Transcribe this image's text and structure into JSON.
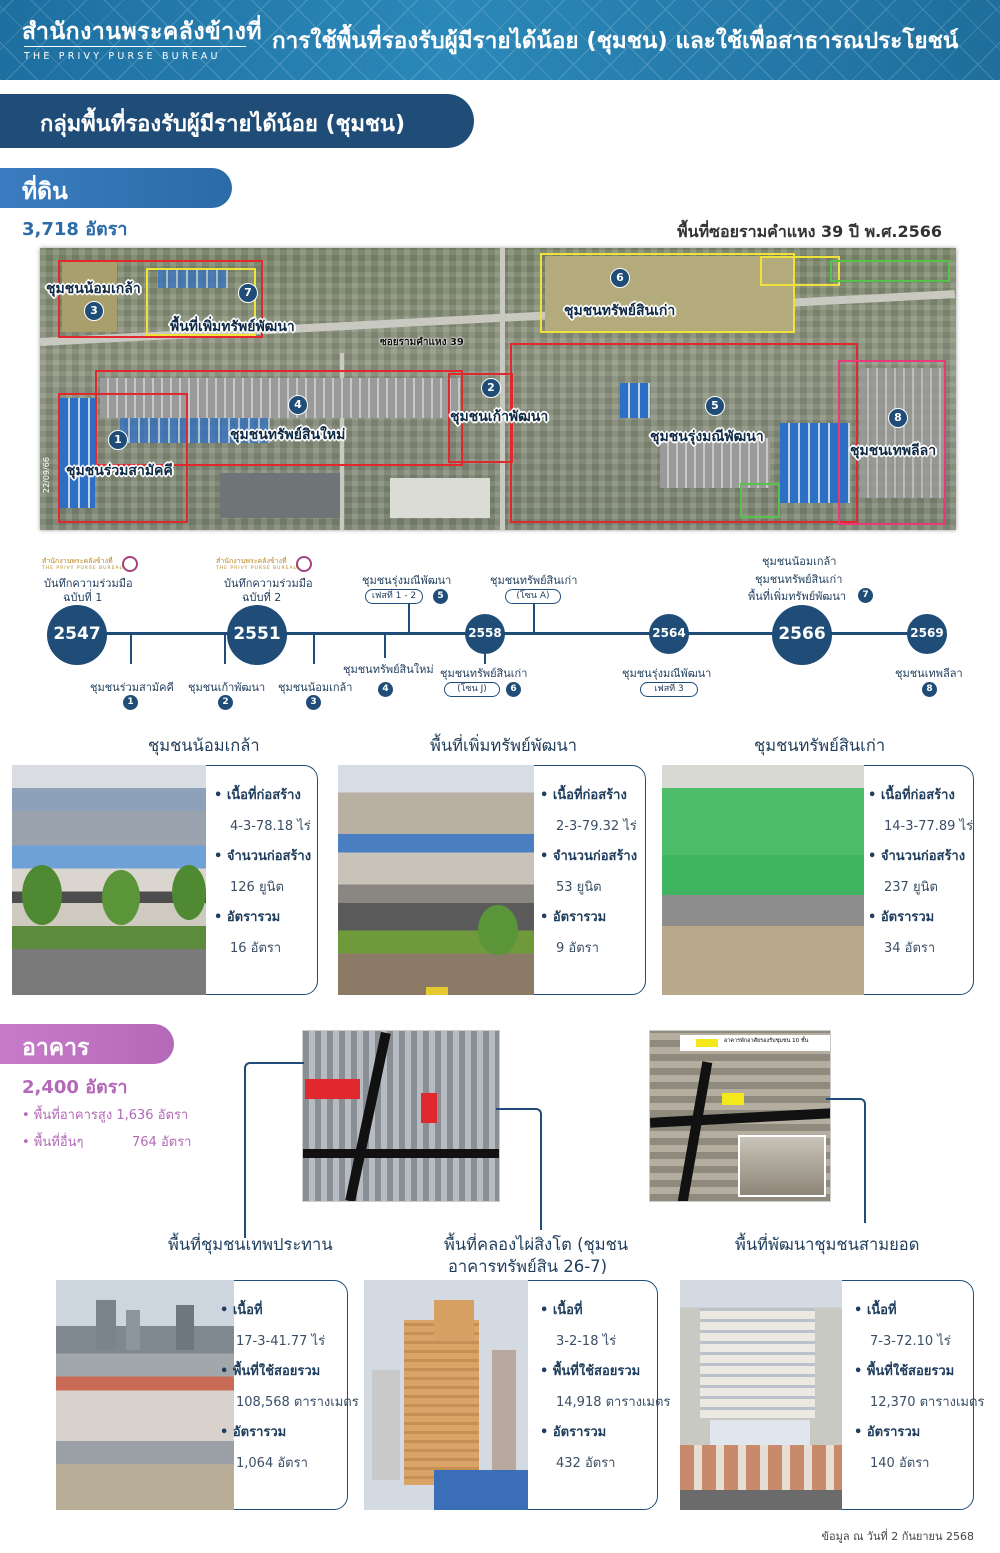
{
  "header": {
    "logo_th": "สำนักงานพระคลังข้างที่",
    "logo_en": "THE PRIVY PURSE BUREAU",
    "title": "การใช้พื้นที่รองรับผู้มีรายได้น้อย (ชุมชน) และใช้เพื่อสาธารณประโยชน์"
  },
  "banner": "กลุ่มพื้นที่รองรับผู้มีรายได้น้อย (ชุมชน)",
  "land": {
    "heading": "ที่ดิน",
    "count": "3,718 อัตรา",
    "aerial_caption": "พื้นที่ซอยรามคำแหง 39 ปี พ.ศ.2566",
    "road_label": "ซอยรามคำแหง 39",
    "photo_date": "22/09/66",
    "map_labels": [
      {
        "num": "3",
        "name": "ชุมชนน้อมเกล้า"
      },
      {
        "num": "7",
        "name": "พื้นที่เพิ่มทรัพย์พัฒนา"
      },
      {
        "num": "6",
        "name": "ชุมชนทรัพย์สินเก่า"
      },
      {
        "num": "4",
        "name": "ชุมชนทรัพย์สินใหม่"
      },
      {
        "num": "2",
        "name": "ชุมชนเก้าพัฒนา"
      },
      {
        "num": "1",
        "name": "ชุมชนร่วมสามัคคี"
      },
      {
        "num": "5",
        "name": "ชุมชนรุ่งมณีพัฒนา"
      },
      {
        "num": "8",
        "name": "ชุมชนเทพลีลา"
      }
    ]
  },
  "timeline": {
    "logo_text_th": "สำนักงานพระคลังข้างที่",
    "logo_text_en": "THE PRIVY PURSE BUREAU",
    "mou1_line1": "บันทึกความร่วมมือ",
    "mou1_line2": "ฉบับที่ 1",
    "mou2_line1": "บันทึกความร่วมมือ",
    "mou2_line2": "ฉบับที่ 2",
    "years": [
      "2547",
      "2551",
      "2558",
      "2564",
      "2566",
      "2569"
    ],
    "below": [
      {
        "name": "ชุมชนร่วมสามัคคี",
        "num": "1"
      },
      {
        "name": "ชุมชนเก้าพัฒนา",
        "num": "2"
      },
      {
        "name": "ชุมชนน้อมเกล้า",
        "num": "3"
      },
      {
        "name": "ชุมชนทรัพย์สินใหม่",
        "num": "4"
      },
      {
        "name": "ชุมชนทรัพย์สินเก่า",
        "num": "6",
        "chip": "(โซน J)"
      },
      {
        "name": "ชุมชนรุ่งมณีพัฒนา",
        "chip": "เฟสที่ 3"
      },
      {
        "name": "ชุมชนเทพลีลา",
        "num": "8"
      }
    ],
    "above": [
      {
        "name": "ชุมชนรุ่งมณีพัฒนา",
        "chip": "เฟสที่ 1 - 2",
        "num": "5"
      },
      {
        "name": "ชุมชนทรัพย์สินเก่า",
        "chip": "(โซน A)"
      },
      {
        "lines": [
          "ชุมชนน้อมเกล้า",
          "ชุมชนทรัพย์สินเก่า",
          "พื้นที่เพิ่มทรัพย์พัฒนา"
        ],
        "num": "7"
      }
    ]
  },
  "land_cards": [
    {
      "title": "ชุมชนน้อมเกล้า",
      "l1": "เนื้อที่ก่อสร้าง",
      "v1": "4-3-78.18 ไร่",
      "l2": "จำนวนก่อสร้าง",
      "v2": "126 ยูนิต",
      "l3": "อัตรารวม",
      "v3": "16 อัตรา"
    },
    {
      "title": "พื้นที่เพิ่มทรัพย์พัฒนา",
      "l1": "เนื้อที่ก่อสร้าง",
      "v1": "2-3-79.32 ไร่",
      "l2": "จำนวนก่อสร้าง",
      "v2": "53 ยูนิต",
      "l3": "อัตรารวม",
      "v3": "9 อัตรา"
    },
    {
      "title": "ชุมชนทรัพย์สินเก่า",
      "l1": "เนื้อที่ก่อสร้าง",
      "v1": "14-3-77.89 ไร่",
      "l2": "จำนวนก่อสร้าง",
      "v2": "237 ยูนิต",
      "l3": "อัตรารวม",
      "v3": "34 อัตรา"
    }
  ],
  "building": {
    "heading": "อาคาร",
    "count": "2,400 อัตรา",
    "sub1_label": "• พื้นที่อาคารสูง",
    "sub1_value": "1,636 อัตรา",
    "sub2_label": "• พื้นที่อื่นๆ",
    "sub2_value": "764 อัตรา",
    "map2_legend": "อาคารพักอาศัยรองรับชุมชน 10 ชั้น"
  },
  "building_cards": [
    {
      "title": "พื้นที่ชุมชนเทพประทาน",
      "l1": "เนื้อที่",
      "v1": "17-3-41.77 ไร่",
      "l2": "พื้นที่ใช้สอยรวม",
      "v2": "108,568 ตารางเมตร",
      "l3": "อัตรารวม",
      "v3": "1,064 อัตรา"
    },
    {
      "title": "พื้นที่คลองไผ่สิงโต (ชุมชน",
      "title2": "อาคารทรัพย์สิน 26-7)",
      "l1": "เนื้อที่",
      "v1": "3-2-18 ไร่",
      "l2": "พื้นที่ใช้สอยรวม",
      "v2": "14,918 ตารางเมตร",
      "l3": "อัตรารวม",
      "v3": "432 อัตรา"
    },
    {
      "title": "พื้นที่พัฒนาชุมชนสามยอด",
      "l1": "เนื้อที่",
      "v1": "7-3-72.10 ไร่",
      "l2": "พื้นที่ใช้สอยรวม",
      "v2": "12,370 ตารางเมตร",
      "l3": "อัตรารวม",
      "v3": "140 อัตรา"
    }
  ],
  "footer": "ข้อมูล ณ วันที่ 2 กันยายน 2568",
  "colors": {
    "navy": "#1f4d78",
    "land_blue": "#2b6ba8",
    "building_purple": "#b469b8",
    "zone_red": "#e0282e",
    "zone_yellow": "#f0e23a",
    "zone_pink": "#e83a76"
  }
}
